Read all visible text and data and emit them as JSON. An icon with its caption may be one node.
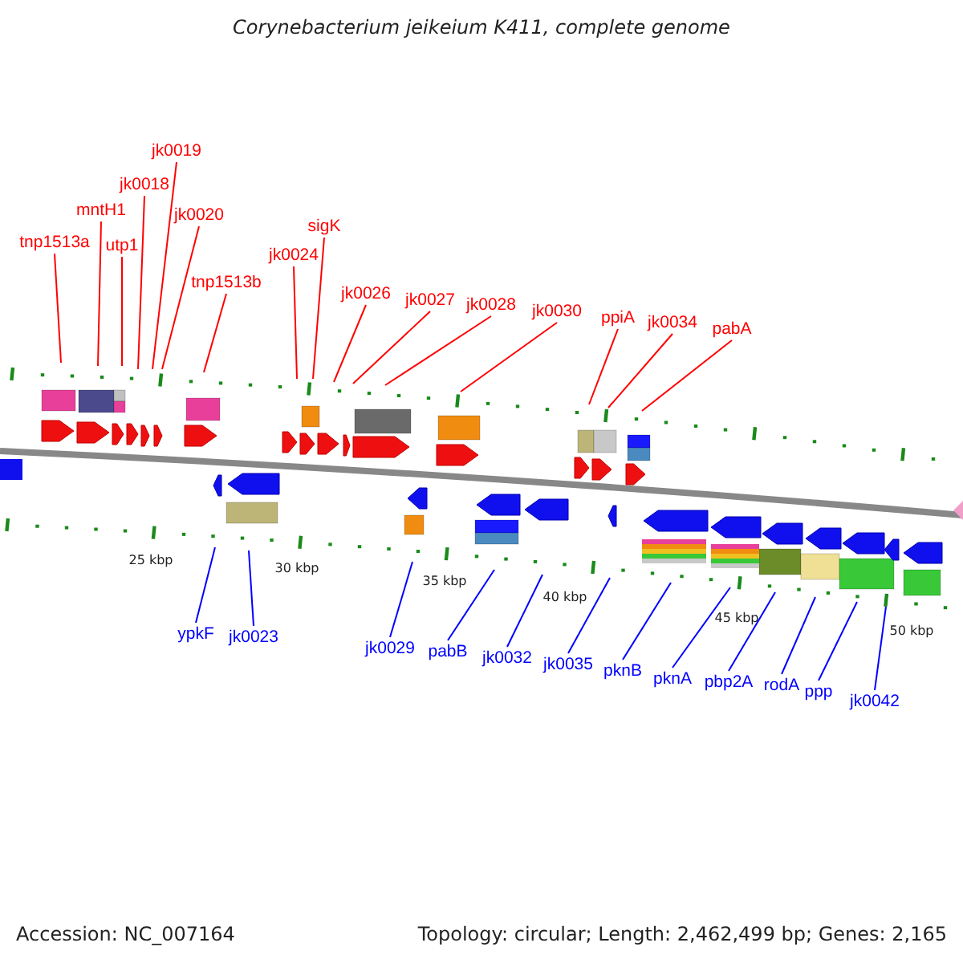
{
  "diagram": {
    "title": "Corynebacterium jeikeium K411, complete genome",
    "nodes": [
      {
        "text": [
          "tnp1513a"
        ]
      },
      {
        "text": [
          "mntH1"
        ]
      },
      {
        "text": [
          "utp1"
        ]
      },
      {
        "text": [
          "jk0018"
        ]
      },
      {
        "text": [
          "jk0019"
        ]
      },
      {
        "text": [
          "jk0020"
        ]
      },
      {
        "text": [
          "tnp1513b"
        ]
      },
      {
        "text": [
          "jk0024"
        ]
      },
      {
        "text": [
          "sigK"
        ]
      },
      {
        "text": [
          "jk0026"
        ]
      },
      {
        "text": [
          "jk0027"
        ]
      },
      {
        "text": [
          "jk0028"
        ]
      },
      {
        "text": [
          "jk0030"
        ]
      },
      {
        "text": [
          "ppiA"
        ]
      },
      {
        "text": [
          "jk0034"
        ]
      },
      {
        "text": [
          "pabA"
        ]
      },
      {
        "text": [
          "ypkF"
        ]
      },
      {
        "text": [
          "jk0023"
        ]
      },
      {
        "text": [
          "jk0029"
        ]
      },
      {
        "text": [
          "pabB"
        ]
      },
      {
        "text": [
          "jk0032"
        ]
      },
      {
        "text": [
          "jk0035"
        ]
      },
      {
        "text": [
          "pknB"
        ]
      },
      {
        "text": [
          "pknA"
        ]
      },
      {
        "text": [
          "pbp2A"
        ]
      },
      {
        "text": [
          "rodA"
        ]
      },
      {
        "text": [
          "ppp"
        ]
      },
      {
        "text": [
          "jk0042"
        ]
      }
    ],
    "edges": [
      {
        "from": 0,
        "to": null,
        "arrow": "none"
      },
      {
        "from": 1,
        "to": null,
        "arrow": "none"
      },
      {
        "from": 2,
        "to": null,
        "arrow": "none"
      },
      {
        "from": 3,
        "to": null,
        "arrow": "none"
      },
      {
        "from": 4,
        "to": null,
        "arrow": "none"
      },
      {
        "from": 5,
        "to": null,
        "arrow": "none"
      },
      {
        "from": 6,
        "to": null,
        "arrow": "none"
      },
      {
        "from": 7,
        "to": null,
        "arrow": "none"
      },
      {
        "from": 8,
        "to": null,
        "arrow": "none"
      },
      {
        "from": 9,
        "to": null,
        "arrow": "none"
      },
      {
        "from": 10,
        "to": null,
        "arrow": "none"
      },
      {
        "from": 11,
        "to": null,
        "arrow": "none"
      },
      {
        "from": 12,
        "to": null,
        "arrow": "none"
      },
      {
        "from": 13,
        "to": null,
        "arrow": "none"
      },
      {
        "from": 14,
        "to": null,
        "arrow": "none"
      },
      {
        "from": 15,
        "to": null,
        "arrow": "none"
      },
      {
        "from": 16,
        "to": null,
        "arrow": "none",
        "color": "#0000ff"
      },
      {
        "from": 17,
        "to": null,
        "arrow": "none",
        "color": "#0000ff"
      },
      {
        "from": 18,
        "to": null,
        "arrow": "none",
        "color": "#0000ff"
      },
      {
        "from": 19,
        "to": null,
        "arrow": "none",
        "color": "#0000ff"
      },
      {
        "from": 20,
        "to": null,
        "arrow": "none",
        "color": "#0000ff"
      },
      {
        "from": 21,
        "to": null,
        "arrow": "none",
        "color": "#0000ff"
      },
      {
        "from": 22,
        "to": null,
        "arrow": "none",
        "color": "#0000ff"
      },
      {
        "from": 23,
        "to": null,
        "arrow": "none",
        "color": "#0000ff"
      },
      {
        "from": 24,
        "to": null,
        "arrow": "none",
        "color": "#0000ff"
      },
      {
        "from": 25,
        "to": null,
        "arrow": "none",
        "color": "#0000ff"
      },
      {
        "from": 26,
        "to": null,
        "arrow": "none",
        "color": "#0000ff"
      },
      {
        "from": 27,
        "to": null,
        "arrow": "none",
        "color": "#0000ff"
      }
    ],
    "labels": [
      "25 kbp",
      "30 kbp",
      "35 kbp",
      "40 kbp",
      "45 kbp",
      "50 kbp",
      "Accession: NC_007164",
      "Topology: circular; Length: 2,462,499 bp; Genes: 2,165"
    ]
  }
}
